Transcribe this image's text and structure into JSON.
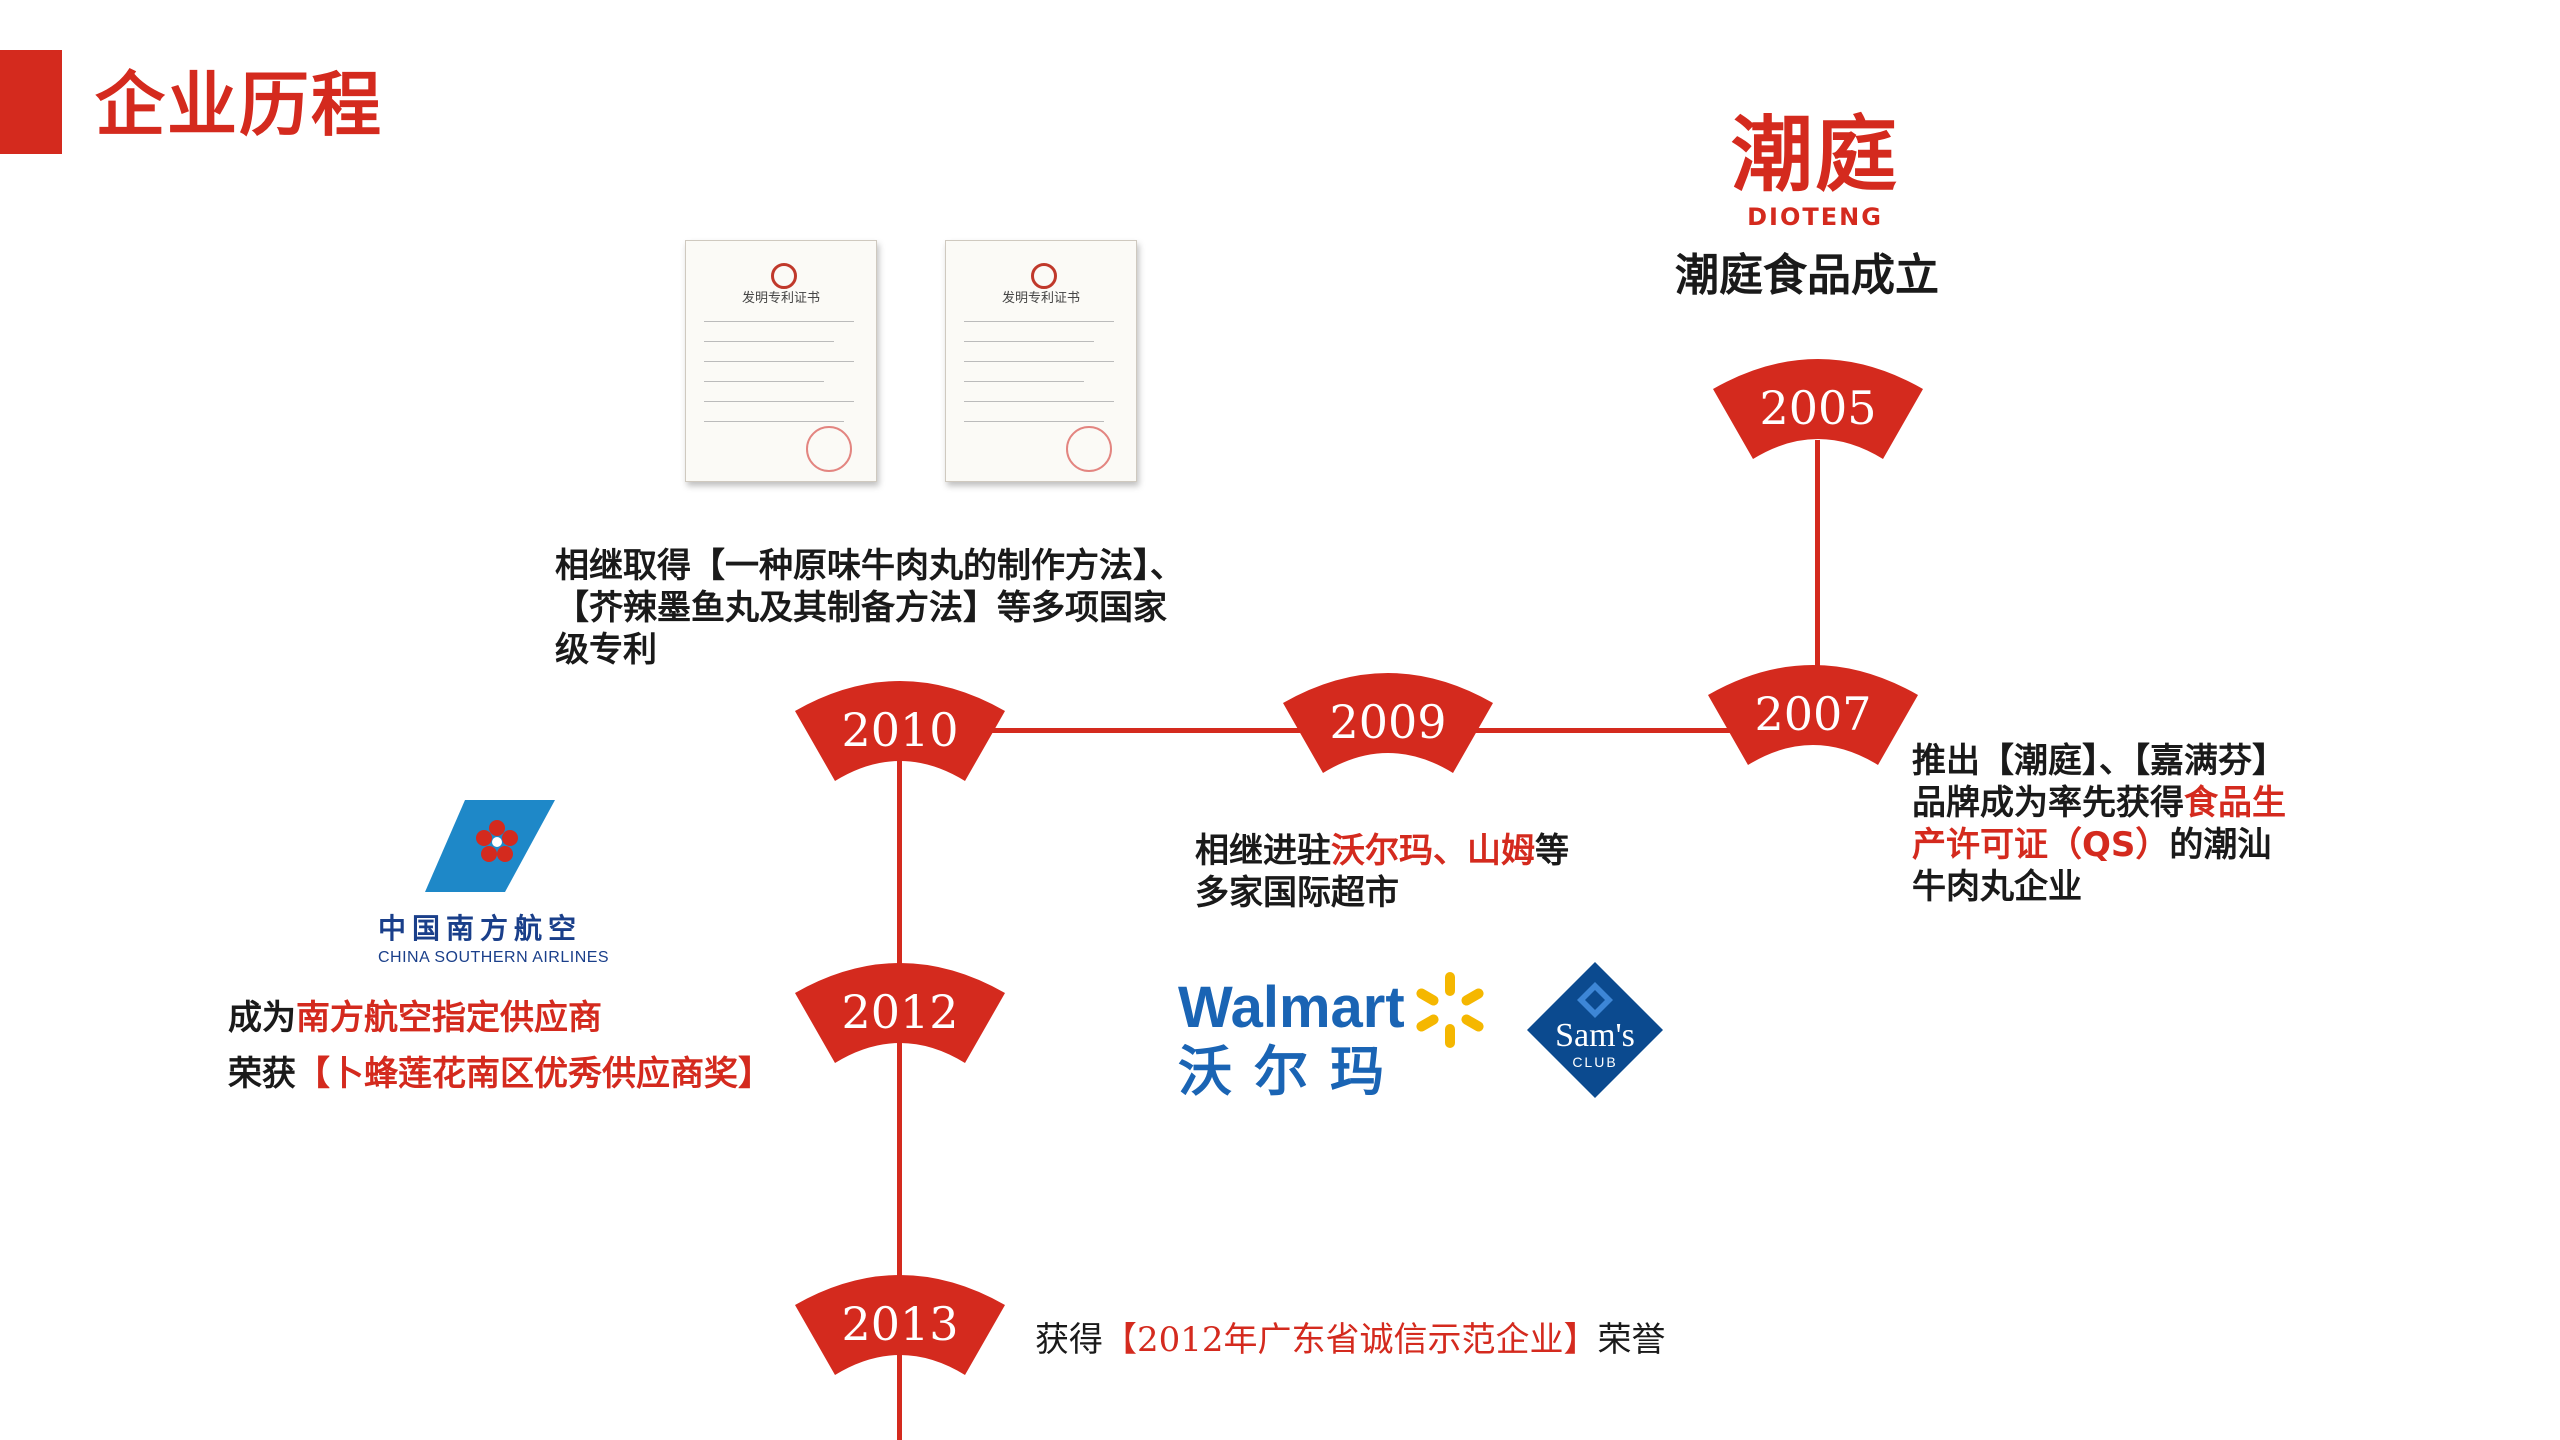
{
  "header": {
    "title": "企业历程"
  },
  "brand": {
    "name_cn": "潮庭",
    "name_en": "DIOTENG"
  },
  "timeline": {
    "y2005": {
      "year": "2005",
      "text": "潮庭食品成立"
    },
    "y2007": {
      "year": "2007",
      "line1": "推出【潮庭】、【嘉满芬】",
      "line2_plain": "品牌成为率先获得",
      "line2_red": "食品生",
      "line3_red": "产许可证（QS）",
      "line3_plain": "的潮汕",
      "line4": "牛肉丸企业"
    },
    "y2009": {
      "year": "2009",
      "line1_plain_a": "相继进驻",
      "line1_red": "沃尔玛、山姆",
      "line1_plain_b": "等",
      "line2": "多家国际超市"
    },
    "y2010": {
      "year": "2010",
      "line1": "相继取得【一种原味牛肉丸的制作方法】、",
      "line2": "【芥辣墨鱼丸及其制备方法】等多项国家",
      "line3": "级专利"
    },
    "y2012": {
      "year": "2012",
      "line1_plain": "成为",
      "line1_red": "南方航空指定供应商",
      "line2_plain": "荣获",
      "line2_red": "【卜蜂莲花南区优秀供应商奖】"
    },
    "y2013": {
      "year": "2013",
      "plain_a": "获得",
      "red": "【2012年广东省诚信示范企业】",
      "plain_b": "荣誉"
    }
  },
  "logos": {
    "walmart_en": "Walmart",
    "walmart_cn": "沃尔玛",
    "sams": "Sam's",
    "sams_club": "CLUB",
    "csa_cn": "中国南方航空",
    "csa_en": "CHINA SOUTHERN AIRLINES"
  },
  "certificates": {
    "title": "发明专利证书"
  },
  "colors": {
    "accent": "#d42a1e",
    "walmart_blue": "#1a64b4",
    "walmart_yellow": "#f5b700",
    "sams_blue": "#0b4a8f"
  }
}
